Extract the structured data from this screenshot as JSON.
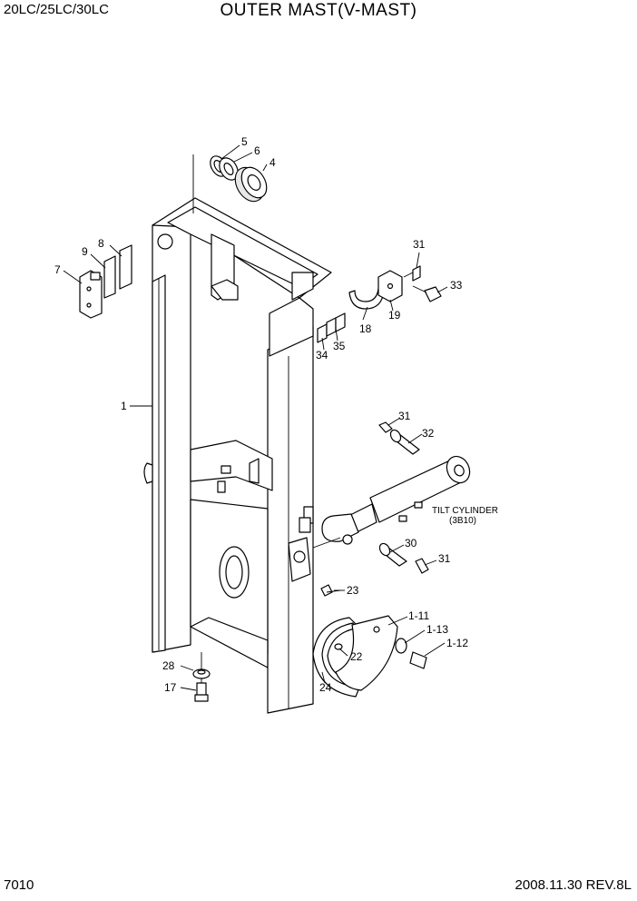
{
  "header": {
    "model": "20LC/25LC/30LC",
    "title": "OUTER MAST(V-MAST)"
  },
  "footer": {
    "page_number": "7010",
    "revision": "2008.11.30  REV.8L"
  },
  "callouts": {
    "c1": "1",
    "c4": "4",
    "c5": "5",
    "c6": "6",
    "c7": "7",
    "c8": "8",
    "c9": "9",
    "c17": "17",
    "c18": "18",
    "c19": "19",
    "c22": "22",
    "c23": "23",
    "c24": "24",
    "c28": "28",
    "c30": "30",
    "c31a": "31",
    "c31b": "31",
    "c31c": "31",
    "c32": "32",
    "c33": "33",
    "c34": "34",
    "c35": "35",
    "c1_11": "1-11",
    "c1_12": "1-12",
    "c1_13": "1-13"
  },
  "reference": {
    "label": "TILT CYLINDER",
    "code": "(3B10)"
  }
}
